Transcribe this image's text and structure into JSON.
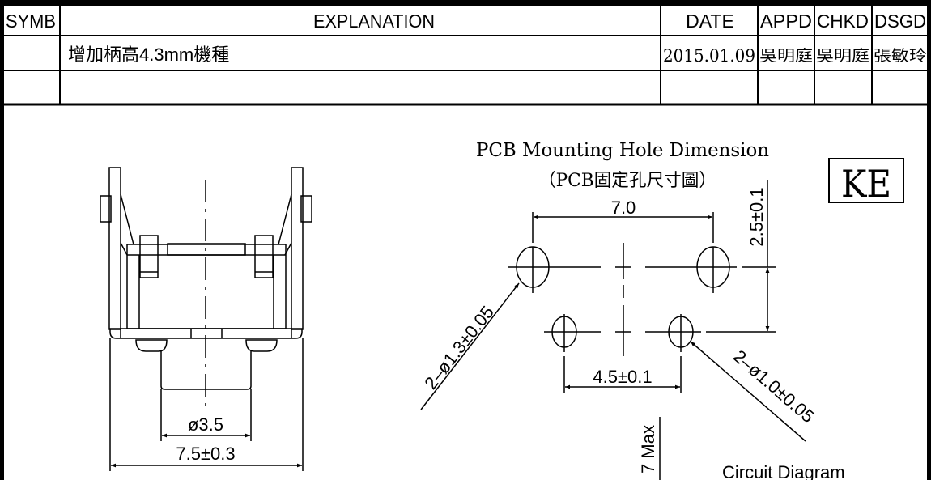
{
  "revision_table": {
    "headers": {
      "symb": "SYMB",
      "explanation": "EXPLANATION",
      "date": "DATE",
      "appd": "APPD",
      "chkd": "CHKD",
      "dsgd": "DSGD"
    },
    "rows": [
      {
        "symb": "",
        "explanation": "增加柄高4.3mm機種",
        "date": "2015.01.09",
        "appd": "吳明庭",
        "chkd": "吳明庭",
        "dsgd": "張敏玲"
      }
    ]
  },
  "side_view": {
    "dim_stem_diameter": "ø3.5",
    "dim_total_width": "7.5±0.3"
  },
  "pcb_layout": {
    "title": "PCB Mounting Hole Dimension",
    "subtitle": "（PCB固定孔尺寸圖）",
    "dim_horizontal_large": "7.0",
    "dim_vertical": "2.5±0.1",
    "dim_horizontal_small": "4.5±0.1",
    "large_hole_callout": "2–ø1.3±0.05",
    "small_hole_callout": "2–ø1.0±0.05",
    "max_label": "7 Max"
  },
  "brand_box": "KE",
  "circuit_diagram_label": "Circuit Diagram"
}
